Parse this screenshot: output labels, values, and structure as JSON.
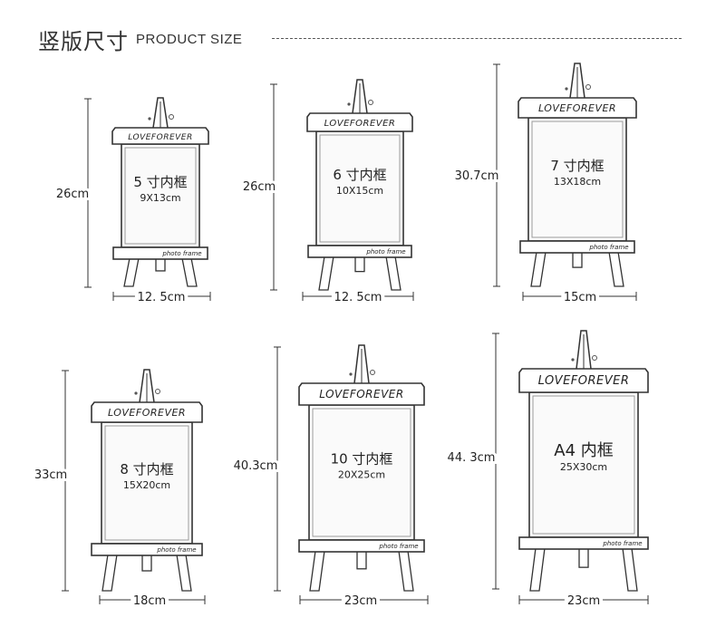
{
  "header": {
    "title_cn": "竖版尺寸",
    "title_en": "PRODUCT SIZE"
  },
  "frames": [
    {
      "label": "5 寸内框",
      "size": "9X13cm",
      "height": "26cm",
      "width": "12. 5cm",
      "brand": "LOVEFOREVER",
      "footer": "photo frame"
    },
    {
      "label": "6 寸内框",
      "size": "10X15cm",
      "height": "26cm",
      "width": "12. 5cm",
      "brand": "LOVEFOREVER",
      "footer": "photo frame"
    },
    {
      "label": "7 寸内框",
      "size": "13X18cm",
      "height": "30.7cm",
      "width": "15cm",
      "brand": "LOVEFOREVER",
      "footer": "photo frame"
    },
    {
      "label": "8 寸内框",
      "size": "15X20cm",
      "height": "33cm",
      "width": "18cm",
      "brand": "LOVEFOREVER",
      "footer": "photo frame"
    },
    {
      "label": "10 寸内框",
      "size": "20X25cm",
      "height": "40.3cm",
      "width": "23cm",
      "brand": "LOVEFOREVER",
      "footer": "photo frame"
    },
    {
      "label": "A4 内框",
      "size": "25X30cm",
      "height": "44. 3cm",
      "width": "23cm",
      "brand": "LOVEFOREVER",
      "footer": "photo frame"
    }
  ]
}
